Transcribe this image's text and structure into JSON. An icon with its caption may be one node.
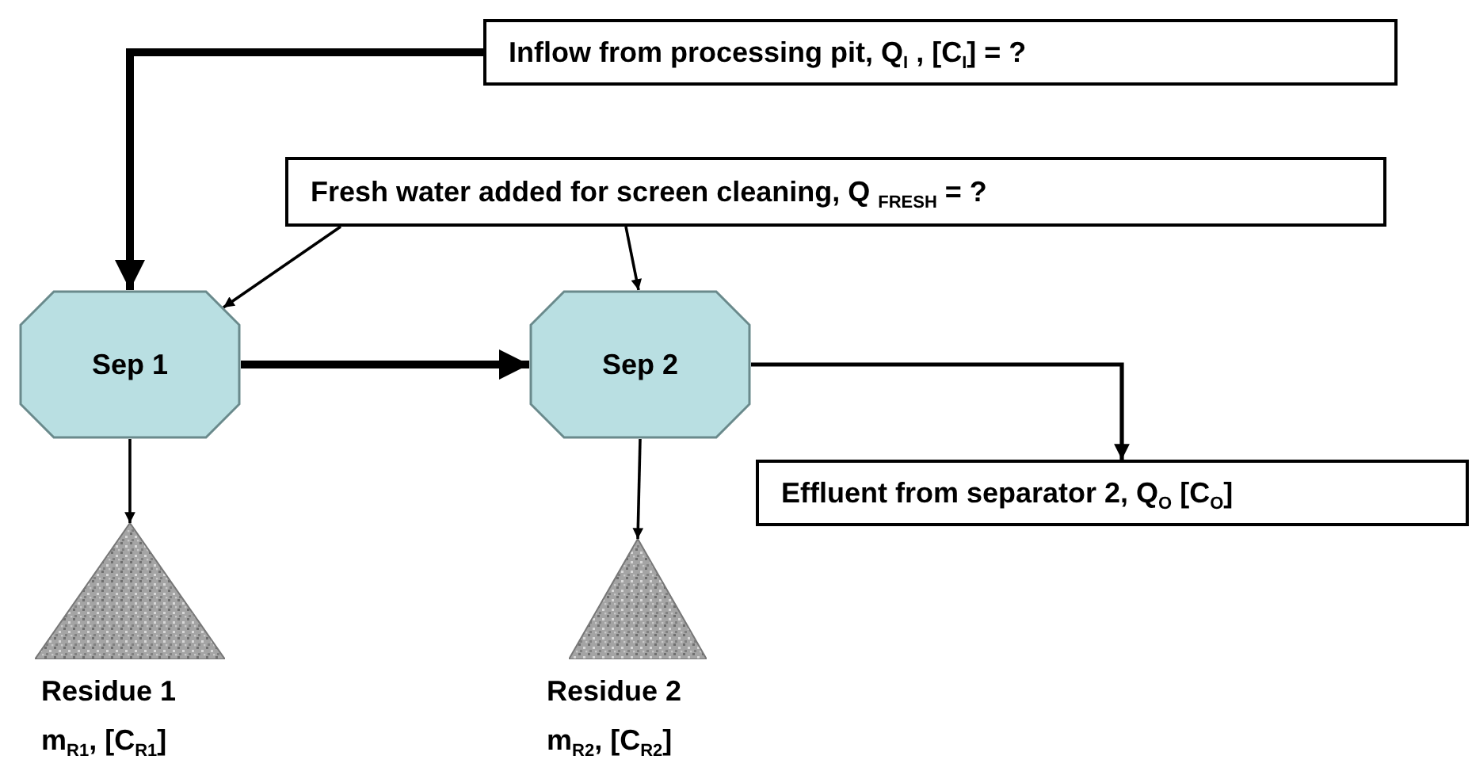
{
  "diagram": {
    "nodes": [
      {
        "text": [
          "Inflow from processing pit, Q$_{I}$ , [C$_{I}$] = ?"
        ]
      },
      {
        "text": [
          "Fresh water added for screen cleaning, Q $_{FRESH}$ = ?"
        ]
      },
      {
        "text": [
          "Sep 1"
        ]
      },
      {
        "text": [
          "Sep 2"
        ]
      },
      {
        "text": [
          "Effluent from separator 2, Q$_{O}$ [C$_{O}$]"
        ]
      },
      {
        "text": [],
        "shape": "triangle",
        "beside": [
          "Residue 1",
          "m$_{R1}$, [C$_{R1}$]"
        ]
      },
      {
        "text": [],
        "shape": "triangle",
        "beside": [
          "Residue 2",
          "m$_{R2}$, [C$_{R2}$]"
        ]
      }
    ],
    "edges": [
      {
        "from": 0,
        "to": 2,
        "arrow": "to",
        "style": "thick"
      },
      {
        "from": 1,
        "to": 2,
        "arrow": "to"
      },
      {
        "from": 1,
        "to": 3,
        "arrow": "to"
      },
      {
        "from": 2,
        "to": 3,
        "arrow": "to",
        "style": "thick"
      },
      {
        "from": 3,
        "to": 4,
        "arrow": "to"
      },
      {
        "from": 2,
        "to": 5,
        "arrow": "to"
      },
      {
        "from": 3,
        "to": 6,
        "arrow": "to"
      }
    ]
  }
}
